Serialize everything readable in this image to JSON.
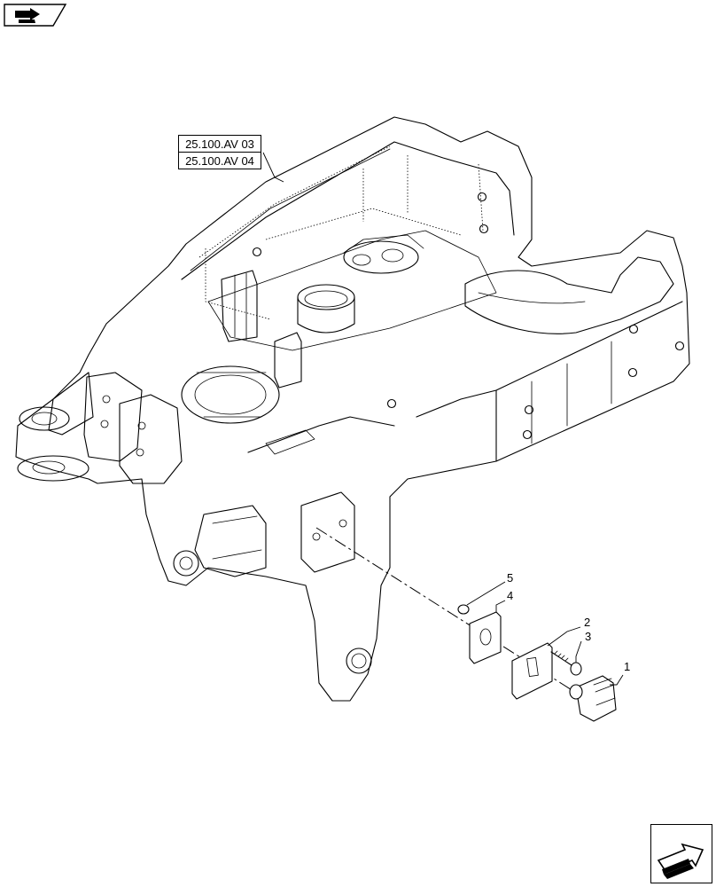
{
  "diagram": {
    "reference_labels": [
      "25.100.AV 03",
      "25.100.AV 04"
    ],
    "callouts": [
      "1",
      "2",
      "3",
      "4",
      "5"
    ]
  },
  "icons": {
    "top_left": "return-arrow-icon",
    "bottom_right": "forward-arrow-icon"
  }
}
